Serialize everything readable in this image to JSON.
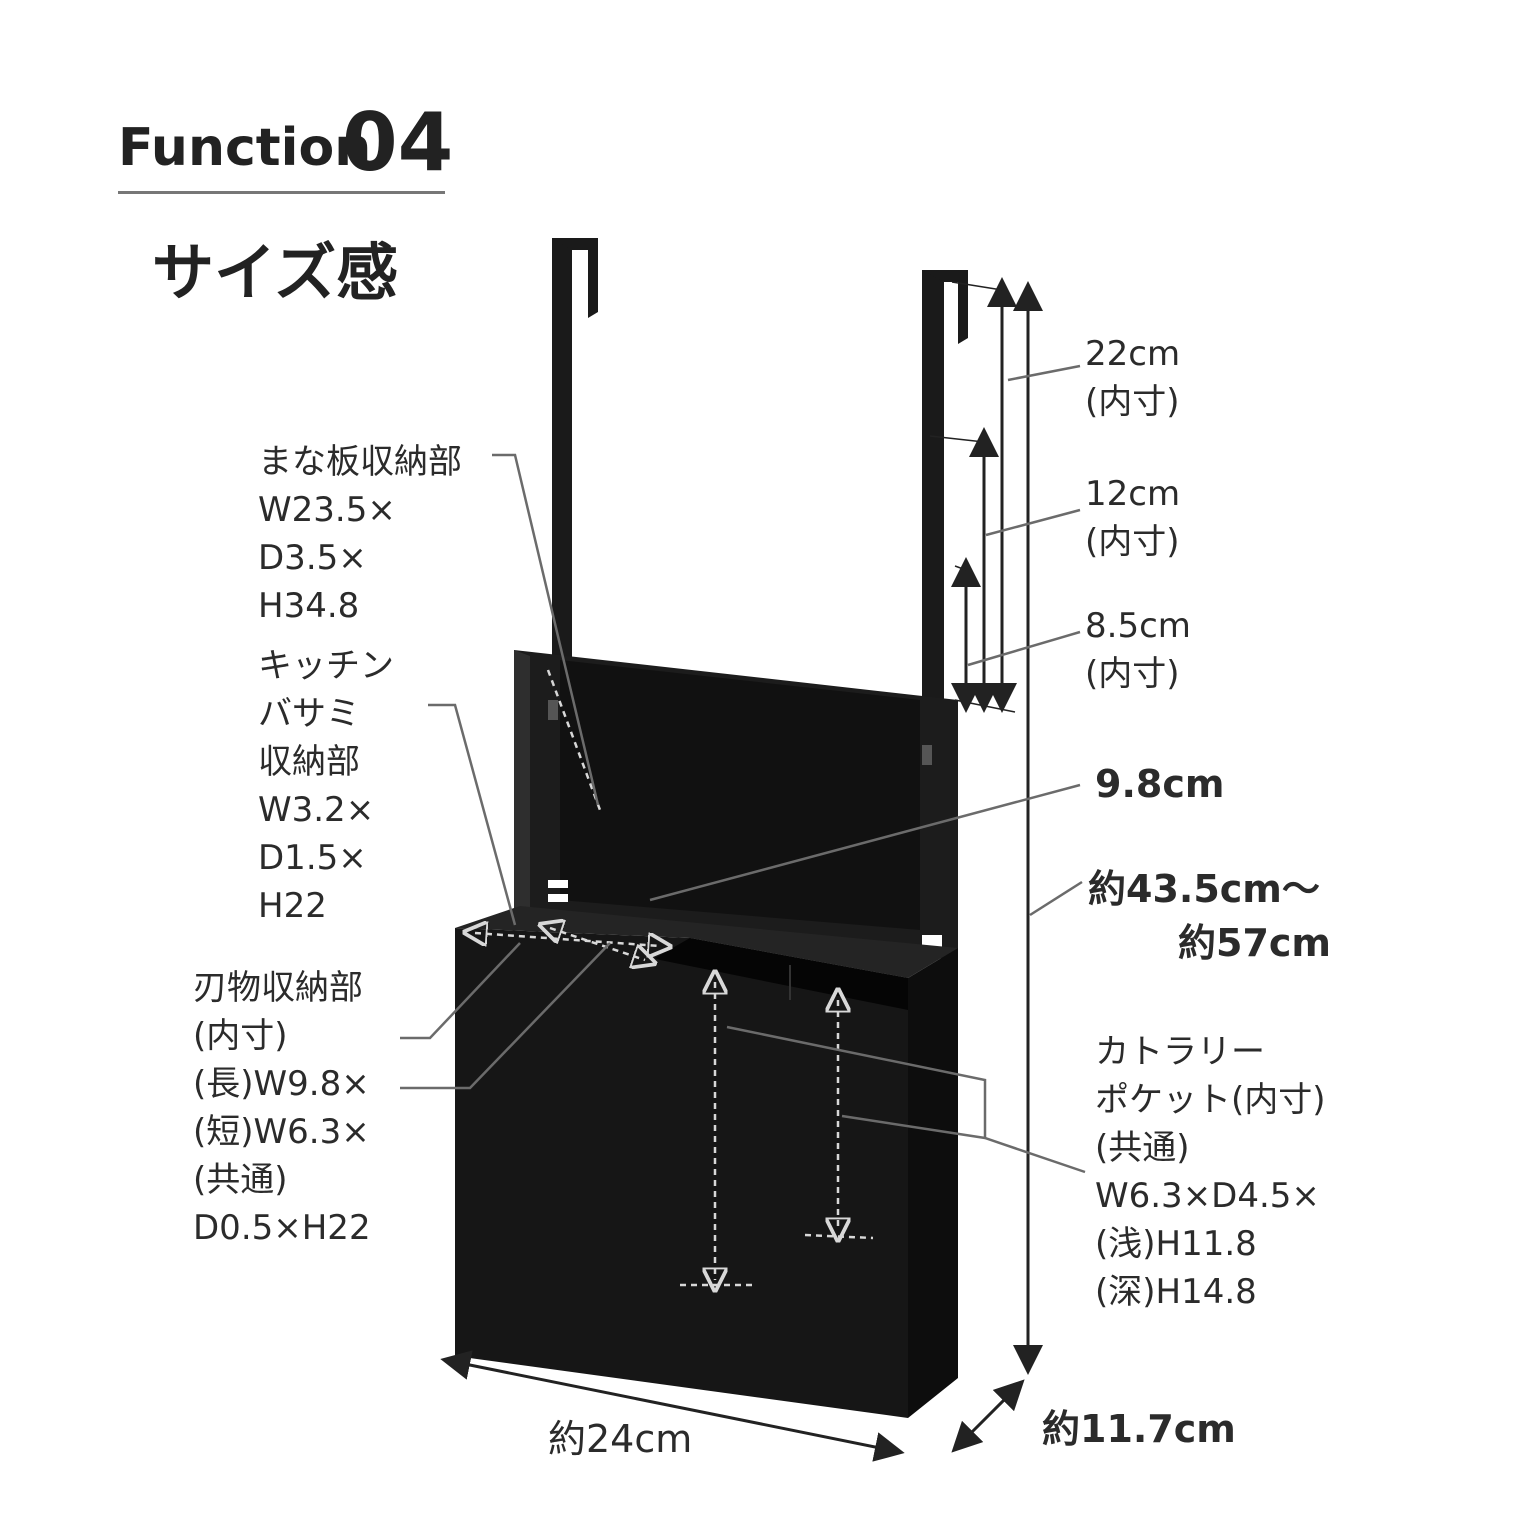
{
  "header": {
    "function_word": "Function",
    "function_number": "04",
    "subtitle": "サイズ感"
  },
  "callouts": {
    "cutting_board": [
      "まな板収納部",
      "W23.5×",
      "D3.5×",
      "H34.8"
    ],
    "scissors": [
      "キッチン",
      "バサミ",
      "収納部",
      "W3.2×",
      "D1.5×",
      "H22"
    ],
    "knife": [
      "刃物収納部",
      "(内寸)",
      "(長)W9.8×",
      "(短)W6.3×",
      "(共通)",
      "D0.5×H22"
    ],
    "cutlery": [
      "カトラリー",
      "ポケット(内寸)",
      "(共通)",
      "W6.3×D4.5×",
      "(浅)H11.8",
      "(深)H14.8"
    ]
  },
  "dimensions": {
    "hook_22": [
      "22cm",
      "(内寸)"
    ],
    "hook_12": [
      "12cm",
      "(内寸)"
    ],
    "hook_8_5": [
      "8.5cm",
      "(内寸)"
    ],
    "depth_9_8": "9.8cm",
    "height_range": [
      "約43.5cm〜",
      "約57cm"
    ],
    "width": "約24cm",
    "depth": "約11.7cm"
  },
  "colors": {
    "product": "#141414",
    "product_edge": "#2a2a2a",
    "leader": "#6b6b6b",
    "dashed": "#d8d8d8"
  }
}
